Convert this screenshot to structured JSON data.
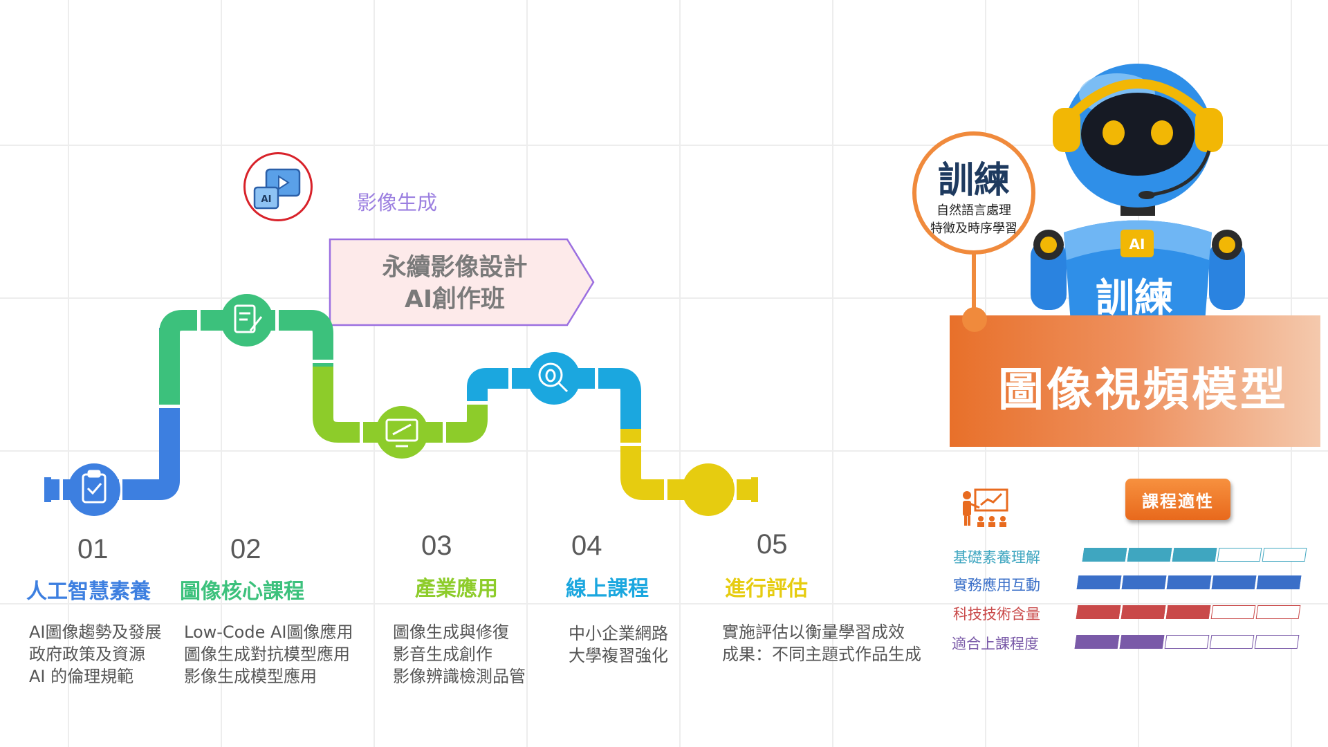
{
  "ai_video_badge": {
    "chip_text": "AI",
    "label": "影像生成"
  },
  "banner": {
    "line1": "永續影像設計",
    "line2": "AI創作班"
  },
  "steps": [
    {
      "num": "01",
      "title": "人工智慧素養",
      "color": "#3d7fe0",
      "desc": [
        "AI圖像趨勢及發展",
        "政府政策及資源",
        "AI 的倫理規範"
      ]
    },
    {
      "num": "02",
      "title": "圖像核心課程",
      "color": "#3cc17c",
      "desc": [
        "Low-Code AI圖像應用",
        "圖像生成對抗模型應用",
        "影像生成模型應用"
      ]
    },
    {
      "num": "03",
      "title": "產業應用",
      "color": "#8dcc2a",
      "desc": [
        "圖像生成與修復",
        "影音生成創作",
        "影像辨識檢測品管"
      ]
    },
    {
      "num": "04",
      "title": "線上課程",
      "color": "#1ba7df",
      "desc": [
        "中小企業網路",
        "大學複習強化"
      ]
    },
    {
      "num": "05",
      "title": "進行評估",
      "color": "#e6cc10",
      "desc": [
        "實施評估以衡量學習成效",
        "成果：不同主題式作品生成"
      ]
    }
  ],
  "training_bubble": {
    "title": "訓練",
    "line1": "自然語言處理",
    "line2": "特徵及時序學習"
  },
  "robot": {
    "chest_chip": "AI",
    "label": "訓練"
  },
  "panel": {
    "title": "圖像視頻模型"
  },
  "suitability": {
    "button_label": "課程適性",
    "ratings": [
      {
        "label": "基礎素養理解",
        "color": "#3fa6c0",
        "filled": 3,
        "total": 5
      },
      {
        "label": "實務應用互動",
        "color": "#3a6fc8",
        "filled": 5,
        "total": 5
      },
      {
        "label": "科技技術含量",
        "color": "#c94949",
        "filled": 3,
        "total": 5
      },
      {
        "label": "適合上課程度",
        "color": "#7a5aa8",
        "filled": 2,
        "total": 5
      }
    ]
  }
}
